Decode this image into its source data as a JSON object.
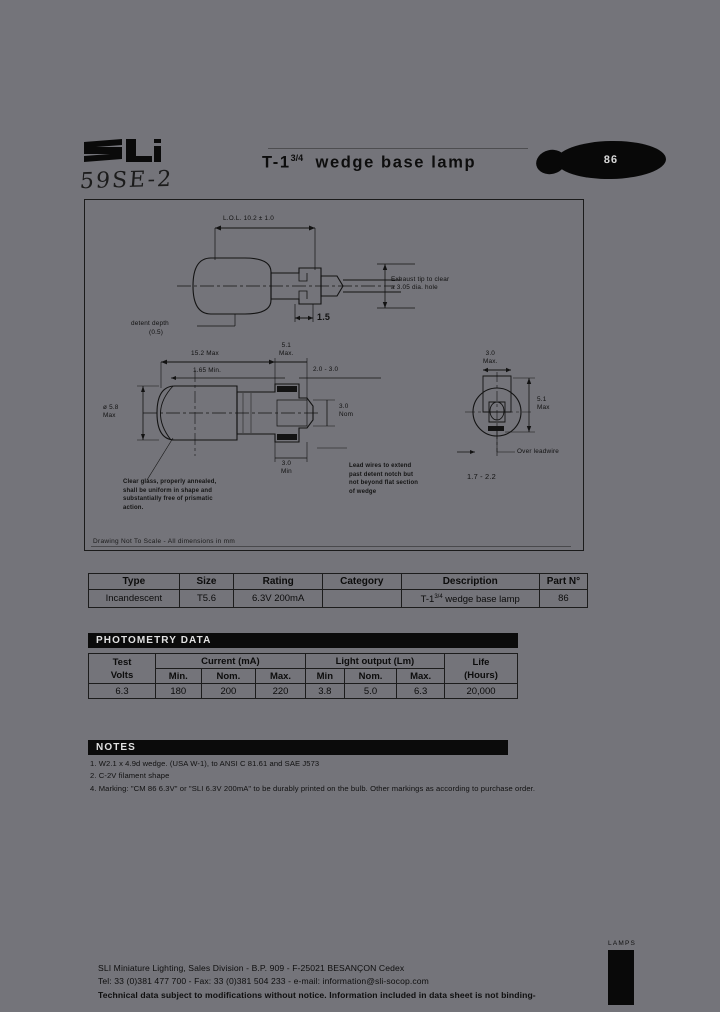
{
  "header": {
    "logo_text": "SLI",
    "handwritten_code": "59SE-2",
    "title": "T-1",
    "title_fraction": "3/4",
    "title_rest": "wedge base lamp",
    "badge_number": "86"
  },
  "drawing": {
    "scale_note": "Drawing Not To Scale - All dimensions in mm",
    "top_view": {
      "overall_length": "L.O.L. 10.2 ± 1.0",
      "detent_dim": "1.5",
      "detent_depth": "detent depth",
      "detent_depth_value": "(0.5)",
      "exhaust_note": "Exhaust tip to clear\na 3.05 dia. hole"
    },
    "side_view": {
      "max_length": "15.2 Max",
      "min_length": "1.65 Min.",
      "base_height": "5.1\nMax.",
      "range_dim": "2.0 - 3.0",
      "bulb_dia": "ø 5.8\nMax",
      "width_nom": "3.0\nNom",
      "lower_min": "3.0\nMin",
      "glass_note": "Clear glass, properly annealed,\nshall be uniform in shape and\nsubstantially free of prismatic\naction.",
      "lead_note": "Lead wires to extend\npast detent notch but\nnot beyond flat section\nof wedge"
    },
    "end_view": {
      "top_dim": "3.0\nMax.",
      "side_dim": "5.1\nMax",
      "leadwire_label": "Over leadwire",
      "bottom_dim": "1.7 - 2.2"
    }
  },
  "spec_table": {
    "headers": [
      "Type",
      "Size",
      "Rating",
      "Category",
      "Description",
      "Part N°"
    ],
    "row": {
      "type": "Incandescent",
      "size": "T5.6",
      "rating": "6.3V 200mA",
      "category": "",
      "description_prefix": "T-1",
      "description_fraction": "3/4",
      "description_rest": " wedge base lamp",
      "part_number": "86"
    }
  },
  "photometry": {
    "section_title": "PHOTOMETRY DATA",
    "group_headers": {
      "test_volts": "Test\nVolts",
      "current": "Current (mA)",
      "light_output": "Light output (Lm)",
      "life": "Life\n(Hours)"
    },
    "test_volts_label_1": "Test",
    "test_volts_label_2": "Volts",
    "life_label_1": "Life",
    "life_label_2": "(Hours)",
    "sub_headers": [
      "Min.",
      "Nom.",
      "Max.",
      "Min",
      "Nom.",
      "Max."
    ],
    "row": {
      "test_volts": "6.3",
      "current_min": "180",
      "current_nom": "200",
      "current_max": "220",
      "light_min": "3.8",
      "light_nom": "5.0",
      "light_max": "6.3",
      "life": "20,000"
    }
  },
  "notes": {
    "section_title": "NOTES",
    "items": [
      "1. W2.1 x 4.9d wedge. (USA W-1), to ANSI C 81.61 and SAE J573",
      "2. C-2V filament shape",
      "4. Marking: \"CM 86 6.3V\" or \"SLI 6.3V 200mA\" to be durably printed on the bulb. Other markings as according to purchase order."
    ]
  },
  "footer": {
    "line1": "SLI Miniature Lighting, Sales Division - B.P. 909 - F-25021 BESANÇON Cedex",
    "line2": "Tel: 33 (0)381 477 700 - Fax: 33 (0)381 504 233 - e-mail: information@sli-socop.com",
    "line3": "Technical data subject to modifications without notice. Information included in data sheet is not binding-",
    "lamps_label": "LAMPS"
  },
  "colors": {
    "background": "#74747a",
    "ink": "#0c0c0c",
    "bar": "#0b0b0b"
  }
}
